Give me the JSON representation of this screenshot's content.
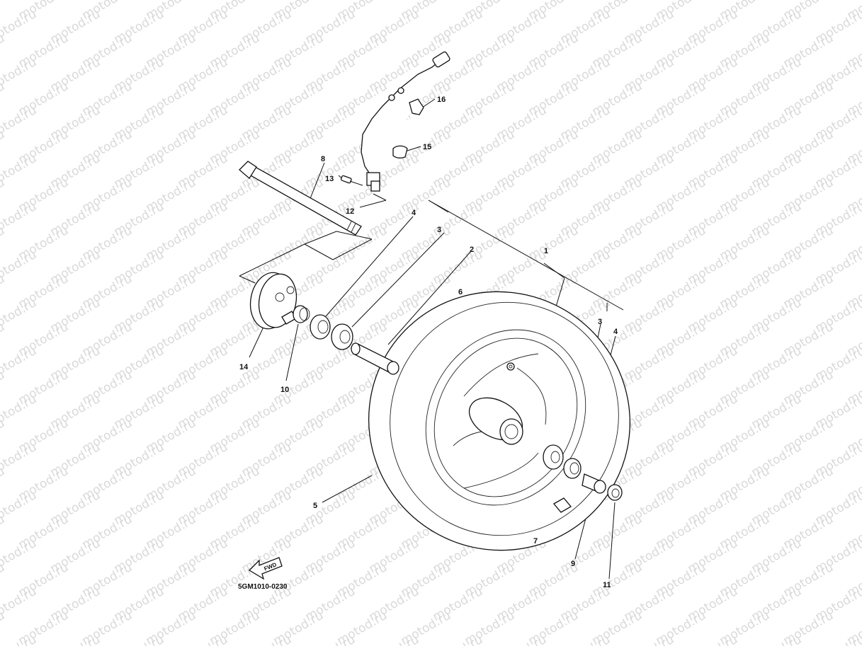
{
  "watermark": {
    "text": "motod.ru"
  },
  "diagram": {
    "code": "5GM1010-0230",
    "fwd_label": "FWD",
    "callouts": [
      {
        "id": "c1",
        "text": "1"
      },
      {
        "id": "c2",
        "text": "2"
      },
      {
        "id": "c3a",
        "text": "3"
      },
      {
        "id": "c3b",
        "text": "3"
      },
      {
        "id": "c4a",
        "text": "4"
      },
      {
        "id": "c4b",
        "text": "4"
      },
      {
        "id": "c5",
        "text": "5"
      },
      {
        "id": "c6",
        "text": "6"
      },
      {
        "id": "c7",
        "text": "7"
      },
      {
        "id": "c8",
        "text": "8"
      },
      {
        "id": "c9",
        "text": "9"
      },
      {
        "id": "c10",
        "text": "10"
      },
      {
        "id": "c11",
        "text": "11"
      },
      {
        "id": "c12",
        "text": "12"
      },
      {
        "id": "c13",
        "text": "13"
      },
      {
        "id": "c14",
        "text": "14"
      },
      {
        "id": "c15",
        "text": "15"
      },
      {
        "id": "c16",
        "text": "16"
      }
    ]
  }
}
